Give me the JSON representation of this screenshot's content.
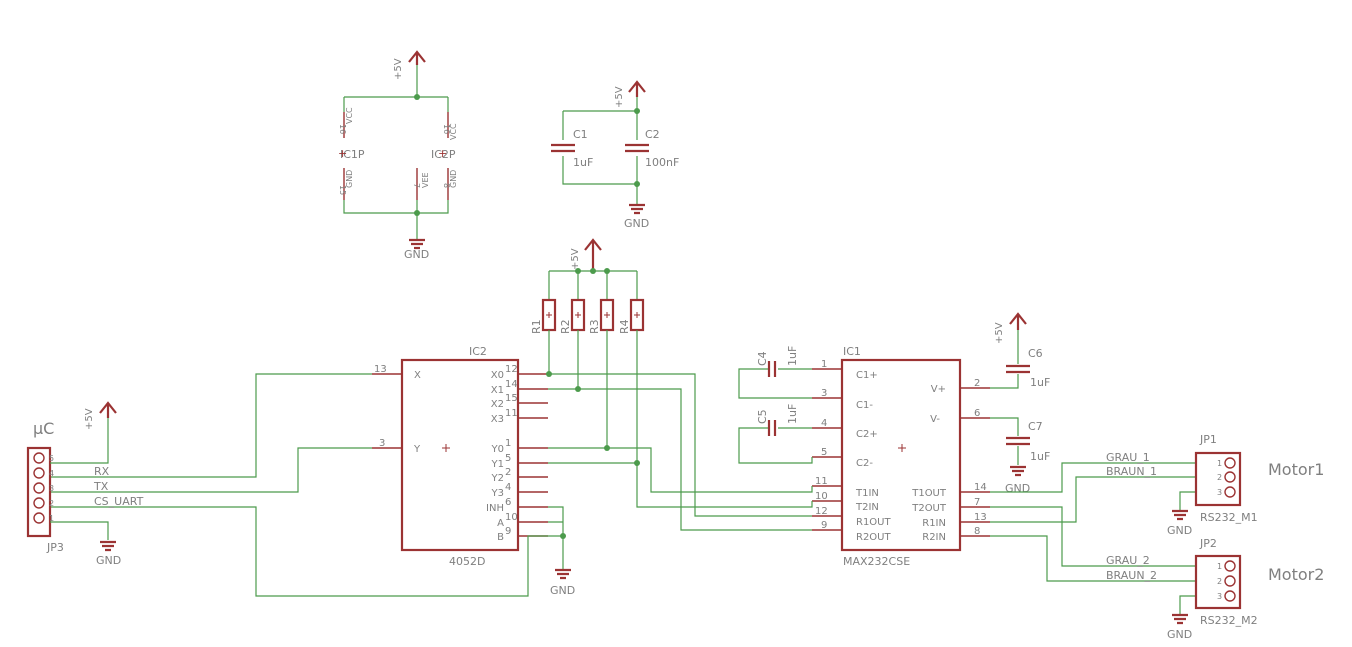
{
  "ic2p": {
    "left_label": "IC1P",
    "right_label": "IC2P",
    "vcc": "VCC",
    "gnd": "GND",
    "vee": "VEE",
    "pin16a": "16",
    "pin15": "15",
    "pin16b": "16",
    "pin8": "8",
    "pin7": "7",
    "supply": "+5V",
    "ground": "GND"
  },
  "caps_top": {
    "supply": "+5V",
    "ground": "GND",
    "c1_name": "C1",
    "c1_value": "1uF",
    "c2_name": "C2",
    "c2_value": "100nF"
  },
  "resistors": {
    "supply": "+5V",
    "names": [
      "R1",
      "R2",
      "R3",
      "R4"
    ]
  },
  "ic2": {
    "name": "IC2",
    "part": "4052D",
    "left_pins": [
      {
        "pin": "13",
        "label": "X"
      },
      {
        "pin": "3",
        "label": "Y"
      }
    ],
    "right_pins": [
      {
        "pin": "12",
        "label": "X0"
      },
      {
        "pin": "14",
        "label": "X1"
      },
      {
        "pin": "15",
        "label": "X2"
      },
      {
        "pin": "11",
        "label": "X3"
      },
      {
        "pin": "1",
        "label": "Y0"
      },
      {
        "pin": "5",
        "label": "Y1"
      },
      {
        "pin": "2",
        "label": "Y2"
      },
      {
        "pin": "4",
        "label": "Y3"
      },
      {
        "pin": "6",
        "label": "INH"
      },
      {
        "pin": "10",
        "label": "A"
      },
      {
        "pin": "9",
        "label": "B"
      }
    ],
    "ground": "GND"
  },
  "ic1": {
    "name": "IC1",
    "part": "MAX232CSE",
    "left_pins": [
      {
        "pin": "1",
        "label": "C1+"
      },
      {
        "pin": "3",
        "label": "C1-"
      },
      {
        "pin": "4",
        "label": "C2+"
      },
      {
        "pin": "5",
        "label": "C2-"
      },
      {
        "pin": "11",
        "label": "T1IN"
      },
      {
        "pin": "10",
        "label": "T2IN"
      },
      {
        "pin": "12",
        "label": "R1OUT"
      },
      {
        "pin": "9",
        "label": "R2OUT"
      }
    ],
    "right_pins": [
      {
        "pin": "2",
        "label": "V+"
      },
      {
        "pin": "6",
        "label": "V-"
      },
      {
        "pin": "14",
        "label": "T1OUT"
      },
      {
        "pin": "7",
        "label": "T2OUT"
      },
      {
        "pin": "13",
        "label": "R1IN"
      },
      {
        "pin": "8",
        "label": "R2IN"
      }
    ],
    "c4_name": "C4",
    "c4_value": "1uF",
    "c5_name": "C5",
    "c5_value": "1uF",
    "c6_name": "C6",
    "c6_value": "1uF",
    "c7_name": "C7",
    "c7_value": "1uF",
    "supply": "+5V",
    "ground": "GND"
  },
  "jp3": {
    "title": "µC",
    "name": "JP3",
    "pins": [
      "5",
      "4",
      "3",
      "2",
      "1"
    ],
    "nets": [
      "RX",
      "TX",
      "CS_UART"
    ],
    "supply": "+5V",
    "ground": "GND"
  },
  "jp1": {
    "name": "JP1",
    "value": "RS232_M1",
    "title": "Motor1",
    "pins": [
      "1",
      "2",
      "3"
    ],
    "nets": [
      "GRAU_1",
      "BRAUN_1"
    ],
    "ground": "GND"
  },
  "jp2": {
    "name": "JP2",
    "value": "RS232_M2",
    "title": "Motor2",
    "pins": [
      "1",
      "2",
      "3"
    ],
    "nets": [
      "GRAU_2",
      "BRAUN_2"
    ],
    "ground": "GND"
  }
}
